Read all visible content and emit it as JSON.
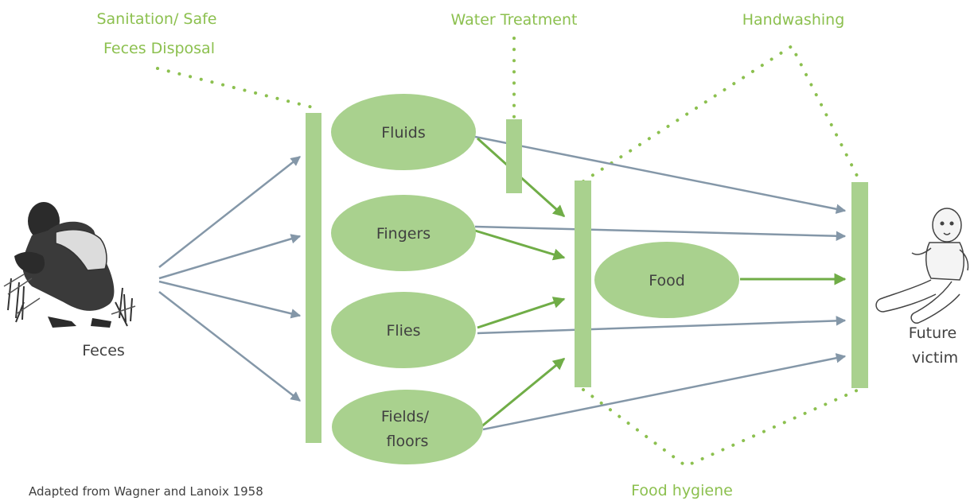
{
  "barriers": {
    "sanitation": "Sanitation/ Safe\nFeces Disposal",
    "water_treatment": "Water Treatment",
    "handwashing": "Handwashing",
    "food_hygiene": "Food hygiene"
  },
  "nodes": {
    "fluids": "Fluids",
    "fingers": "Fingers",
    "flies": "Flies",
    "fields_floors": "Fields/\nfloors",
    "food": "Food"
  },
  "endpoints": {
    "source": "Feces",
    "target": "Future\nvictim"
  },
  "credit": "Adapted from Wagner and Lanoix 1958",
  "colors": {
    "green_text": "#8cc04f",
    "green_fill": "#a9d18e",
    "green_arrow": "#70ad47",
    "gray_arrow": "#8497a8",
    "dark_text": "#404040"
  }
}
